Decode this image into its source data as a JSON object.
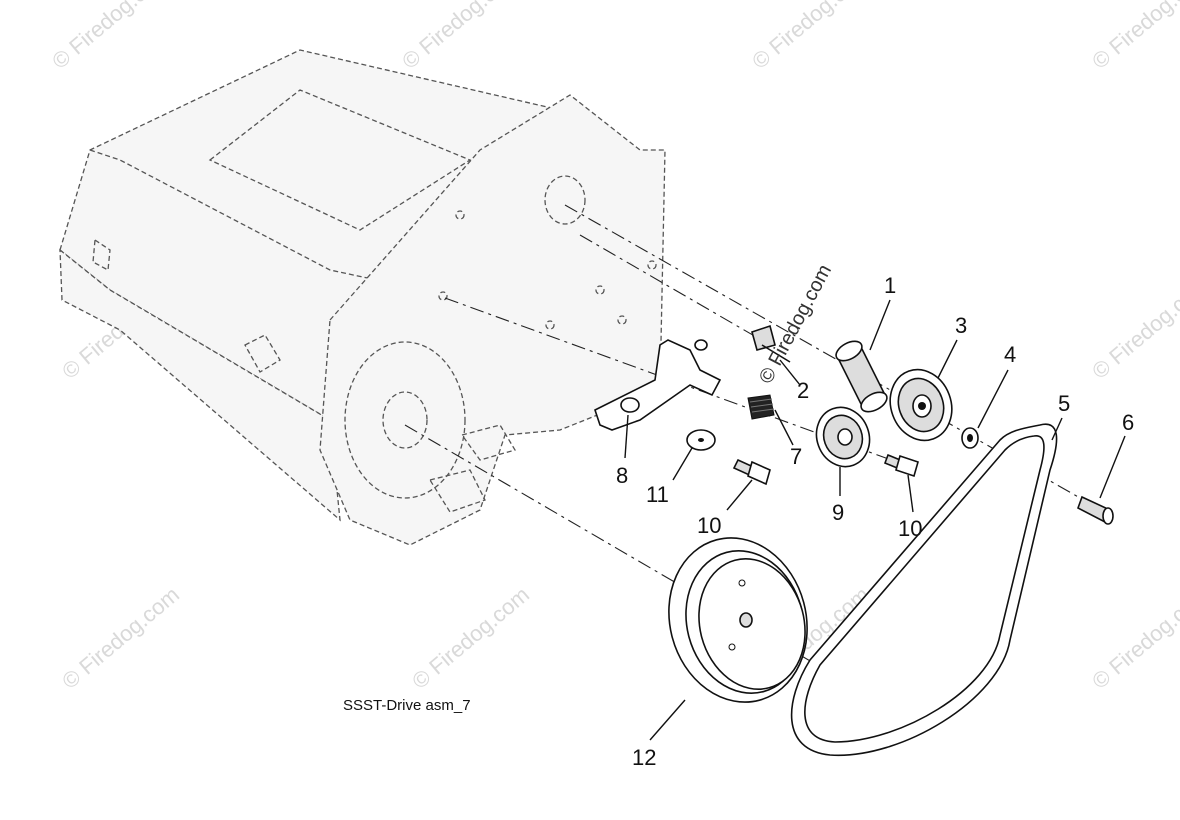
{
  "diagram_caption": "SSST-Drive asm_7",
  "watermark_text": "© Firedog.com",
  "center_watermark": "© Firedog.com",
  "callouts": [
    {
      "id": "1",
      "label": "1"
    },
    {
      "id": "2",
      "label": "2"
    },
    {
      "id": "3",
      "label": "3"
    },
    {
      "id": "4",
      "label": "4"
    },
    {
      "id": "5",
      "label": "5"
    },
    {
      "id": "6",
      "label": "6"
    },
    {
      "id": "7",
      "label": "7"
    },
    {
      "id": "8",
      "label": "8"
    },
    {
      "id": "9",
      "label": "9"
    },
    {
      "id": "10a",
      "label": "10"
    },
    {
      "id": "10b",
      "label": "10"
    },
    {
      "id": "11",
      "label": "11"
    },
    {
      "id": "12",
      "label": "12"
    }
  ]
}
